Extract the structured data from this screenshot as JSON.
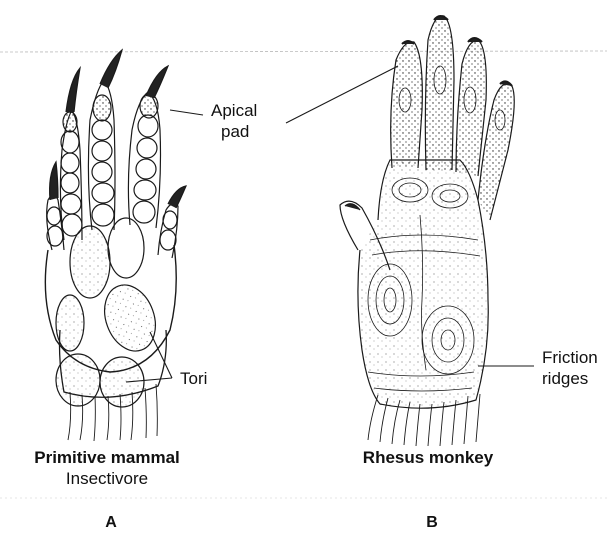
{
  "labels": {
    "apical_pad_line1": "Apical",
    "apical_pad_line2": "pad",
    "tori": "Tori",
    "friction_line1": "Friction",
    "friction_line2": "ridges"
  },
  "panels": {
    "a": {
      "title": "Primitive mammal",
      "subtitle": "Insectivore",
      "letter": "A"
    },
    "b": {
      "title": "Rhesus monkey",
      "letter": "B"
    }
  },
  "colors": {
    "ink": "#1a1a1a",
    "paper": "#ffffff"
  }
}
